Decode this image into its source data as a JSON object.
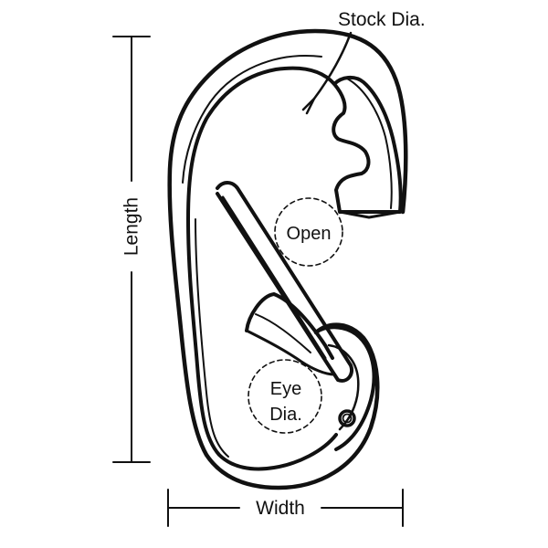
{
  "labels": {
    "stock_dia": "Stock Dia.",
    "length": "Length",
    "open": "Open",
    "eye_line1": "Eye",
    "eye_line2": "Dia.",
    "width": "Width"
  },
  "colors": {
    "ink": "#111111",
    "background": "#ffffff"
  }
}
